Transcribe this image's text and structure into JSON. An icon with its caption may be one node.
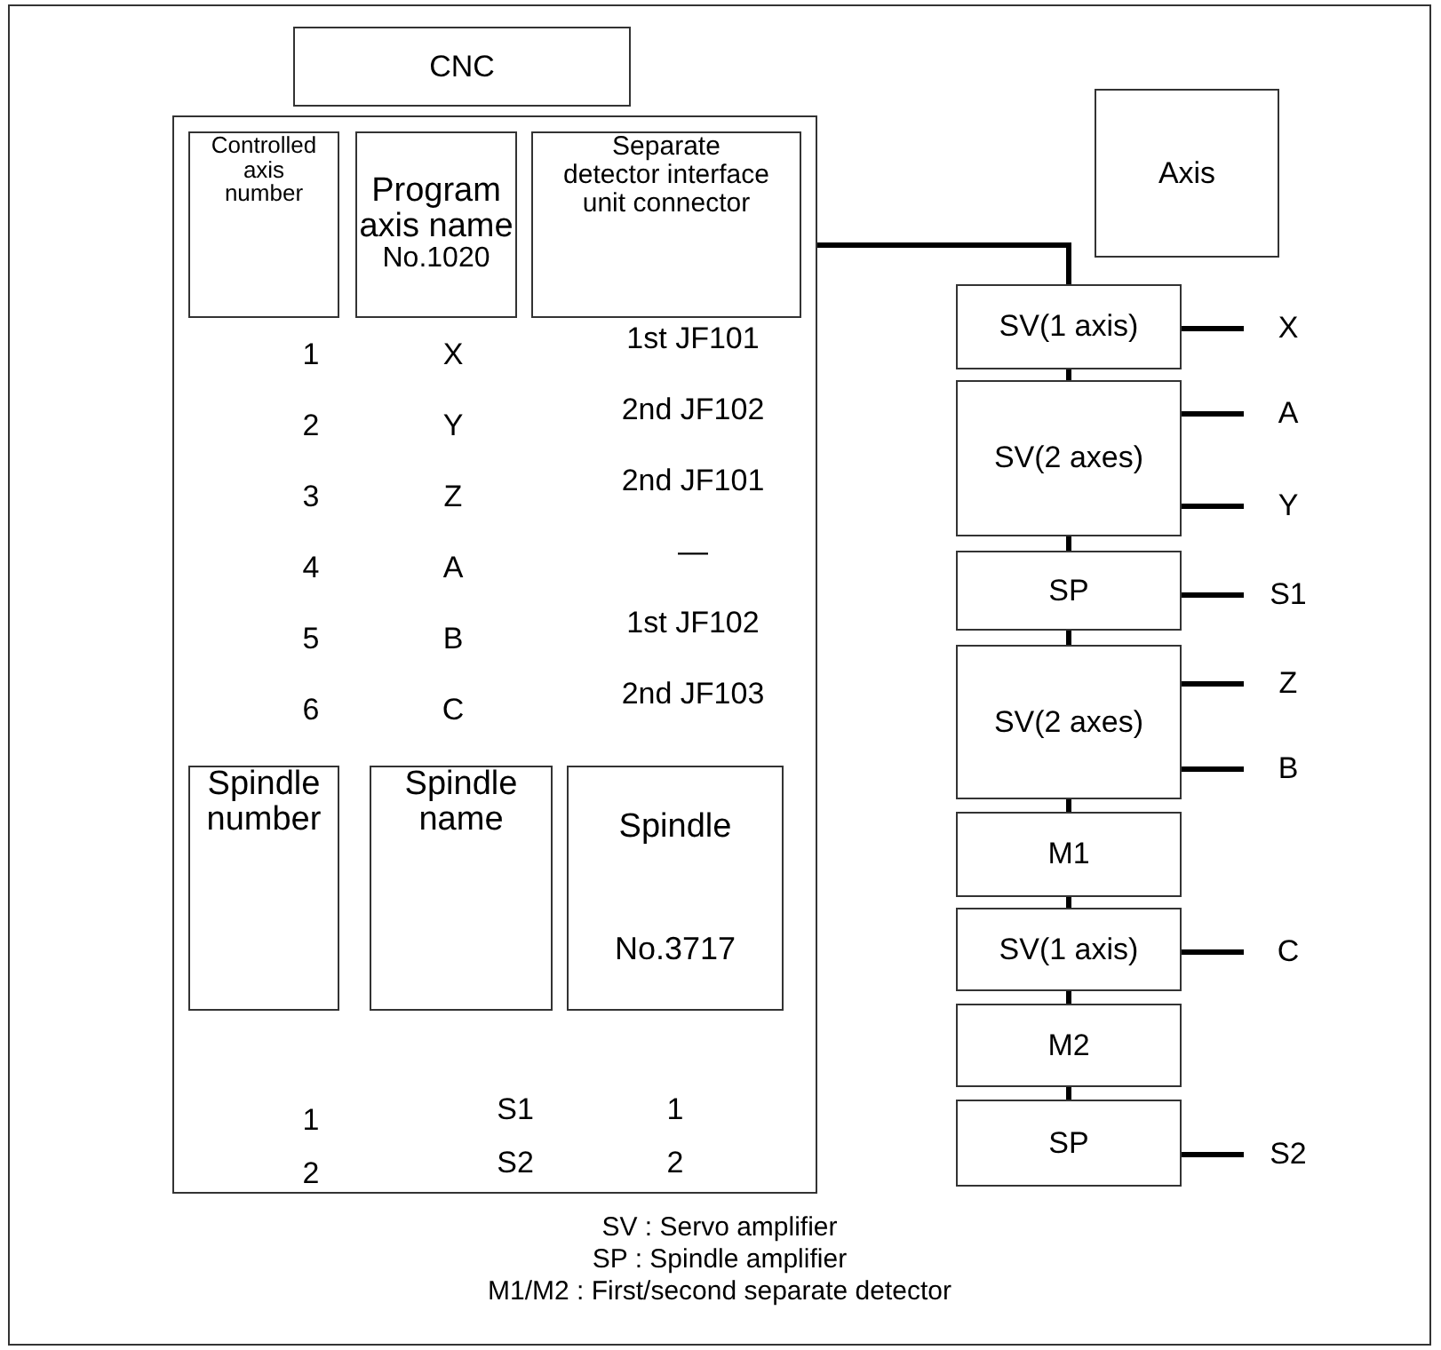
{
  "diagram": {
    "nodes": [
      {
        "text": [
          "CNC"
        ]
      },
      {
        "text": [],
        "shape": "box"
      },
      {
        "text": [
          "Controlled axis number"
        ],
        "in": 1
      },
      {
        "text": [
          "Program axis name",
          "No.1020"
        ],
        "in": 1
      },
      {
        "text": [
          "Separate detector interface unit connector"
        ],
        "in": 1
      },
      {
        "text": [
          "Spindle number"
        ],
        "in": 1
      },
      {
        "text": [
          "Spindle name"
        ],
        "in": 1
      },
      {
        "text": [
          "Spindle",
          "No.3717"
        ],
        "in": 1
      },
      {
        "text": [
          "Axis"
        ]
      },
      {
        "text": [
          "SV(1 axis)"
        ]
      },
      {
        "text": [
          "SV(2 axes)"
        ]
      },
      {
        "text": [
          "SP"
        ]
      },
      {
        "text": [
          "SV(2 axes)"
        ]
      },
      {
        "text": [
          "M1"
        ]
      },
      {
        "text": [
          "SV(1 axis)"
        ]
      },
      {
        "text": [
          "M2"
        ]
      },
      {
        "text": [
          "SP"
        ]
      },
      {
        "text": [
          "X"
        ]
      },
      {
        "text": [
          "A"
        ]
      },
      {
        "text": [
          "Y"
        ]
      },
      {
        "text": [
          "S1"
        ]
      },
      {
        "text": [
          "Z"
        ]
      },
      {
        "text": [
          "B"
        ]
      },
      {
        "text": [
          "C"
        ]
      },
      {
        "text": [
          "S2"
        ]
      }
    ],
    "edges": [
      {
        "from": 1,
        "to": 9,
        "arrow": "none"
      },
      {
        "from": 9,
        "to": 10,
        "arrow": "none"
      },
      {
        "from": 10,
        "to": 11,
        "arrow": "none"
      },
      {
        "from": 11,
        "to": 12,
        "arrow": "none"
      },
      {
        "from": 12,
        "to": 13,
        "arrow": "none"
      },
      {
        "from": 13,
        "to": 14,
        "arrow": "none"
      },
      {
        "from": 14,
        "to": 15,
        "arrow": "none"
      },
      {
        "from": 15,
        "to": 16,
        "arrow": "none"
      },
      {
        "from": 9,
        "to": 17,
        "arrow": "none"
      },
      {
        "from": 10,
        "to": 18,
        "arrow": "none"
      },
      {
        "from": 10,
        "to": 19,
        "arrow": "none"
      },
      {
        "from": 11,
        "to": 20,
        "arrow": "none"
      },
      {
        "from": 12,
        "to": 21,
        "arrow": "none"
      },
      {
        "from": 12,
        "to": 22,
        "arrow": "none"
      },
      {
        "from": 14,
        "to": 23,
        "arrow": "none"
      },
      {
        "from": 16,
        "to": 24,
        "arrow": "none"
      }
    ],
    "labels": [
      "1",
      "X",
      "1st JF101",
      "2",
      "Y",
      "2nd JF102",
      "3",
      "Z",
      "2nd JF101",
      "4",
      "A",
      "—",
      "5",
      "B",
      "1st JF102",
      "6",
      "C",
      "2nd JF103",
      "1",
      "S1",
      "1",
      "2",
      "S2",
      "2",
      "SV : Servo amplifier",
      "SP : Spindle amplifier",
      "M1/M2 : First/second separate detector"
    ]
  }
}
